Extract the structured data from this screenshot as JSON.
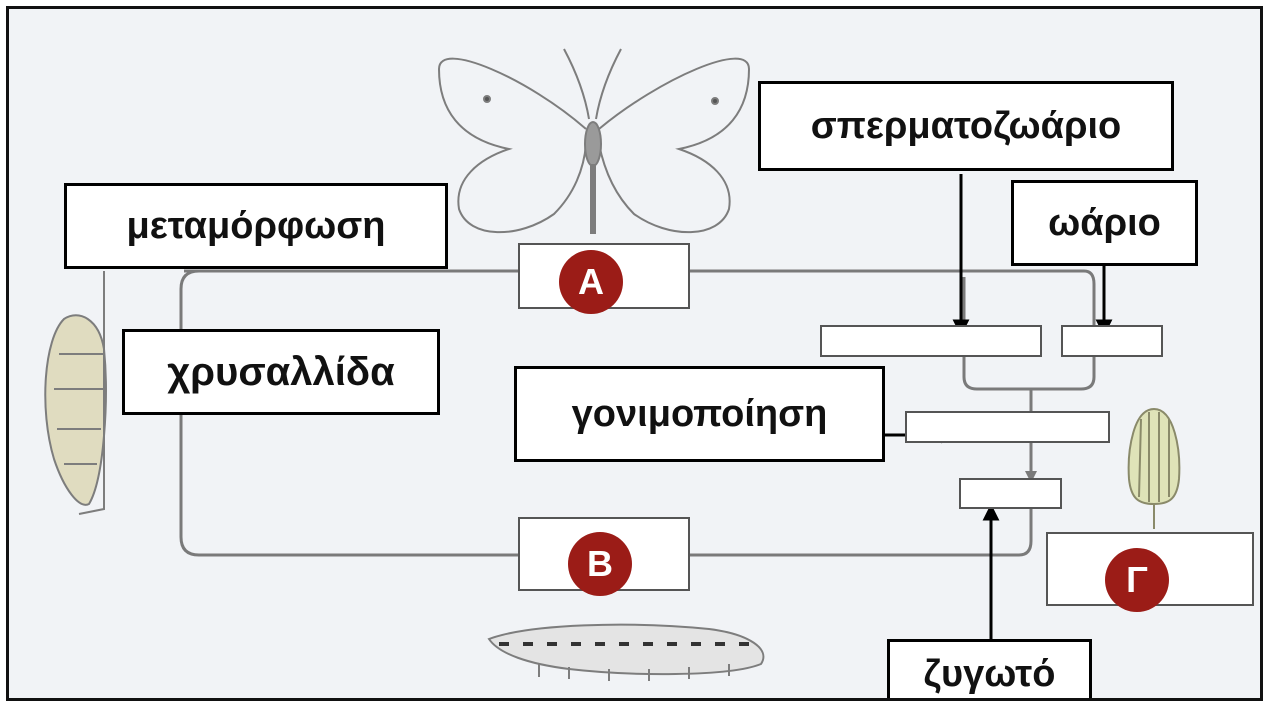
{
  "labels": {
    "metamorphosis": "μεταμόρφωση",
    "pupa": "χρυσαλλίδα",
    "sperm": "σπερματοζωάριο",
    "egg": "ωάριο",
    "fertilization": "γονιμοποίηση",
    "zygote": "ζυγωτό"
  },
  "badges": {
    "a": "A",
    "b": "B",
    "c": "Γ"
  },
  "colors": {
    "badge": "#9b1c17",
    "background": "#f1f3f6",
    "cycle_line": "#7a7a7a"
  }
}
